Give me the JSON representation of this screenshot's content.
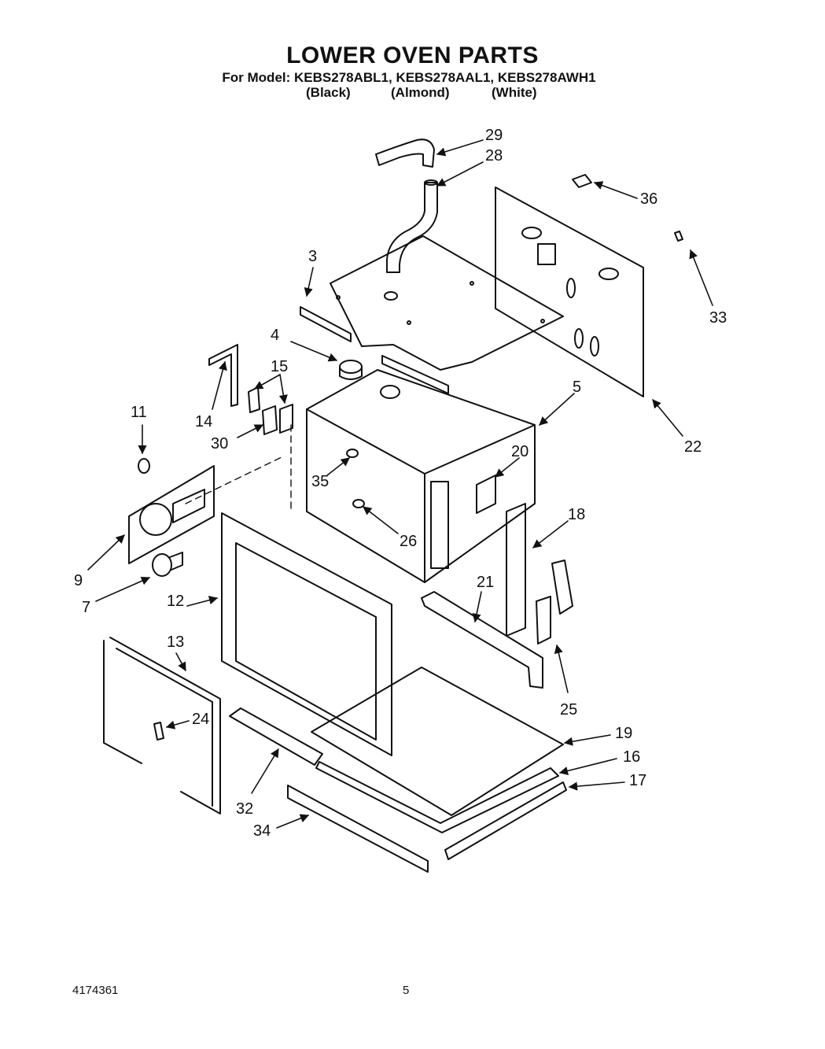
{
  "header": {
    "title": "LOWER OVEN PARTS",
    "subtitle": "For Model: KEBS278ABL1, KEBS278AAL1, KEBS278AWH1",
    "colors": [
      "(Black)",
      "(Almond)",
      "(White)"
    ]
  },
  "callouts": {
    "c29": "29",
    "c28": "28",
    "c36": "36",
    "c3": "3",
    "c33": "33",
    "c4": "4",
    "c15": "15",
    "c14": "14",
    "c5": "5",
    "c11": "11",
    "c30": "30",
    "c20": "20",
    "c22": "22",
    "c35": "35",
    "c26": "26",
    "c18": "18",
    "c9": "9",
    "c7": "7",
    "c21": "21",
    "c12": "12",
    "c13": "13",
    "c24": "24",
    "c25": "25",
    "c19": "19",
    "c16": "16",
    "c17": "17",
    "c32": "32",
    "c34": "34"
  },
  "footer": {
    "doc_number": "4174361",
    "page_number": "5"
  }
}
